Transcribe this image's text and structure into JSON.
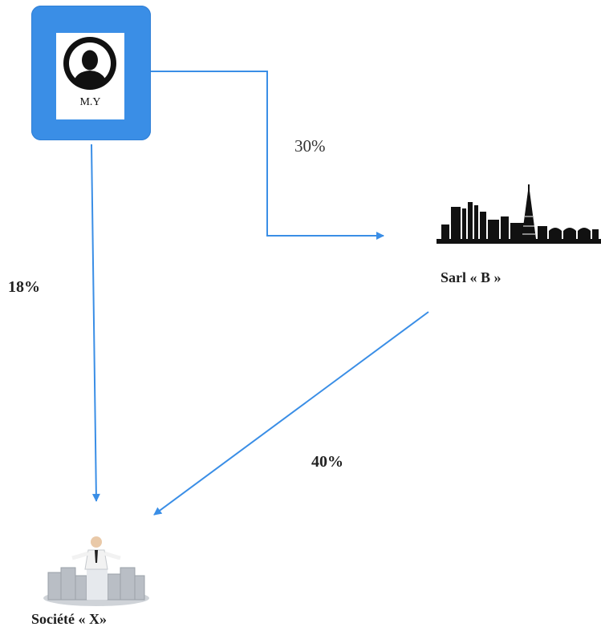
{
  "nodes": {
    "person": {
      "name": "M.Y",
      "icon": "person-silhouette-icon"
    },
    "company_b": {
      "name": "Sarl « B »",
      "icon": "factory-icon"
    },
    "company_x": {
      "name": "Société « X»",
      "icon": "business-people-icon"
    }
  },
  "edges": {
    "my_to_b": "30%",
    "my_to_x": "18%",
    "b_to_x": "40%"
  },
  "colors": {
    "node_fill": "#3a8ee6",
    "arrow": "#3a8ee6"
  }
}
